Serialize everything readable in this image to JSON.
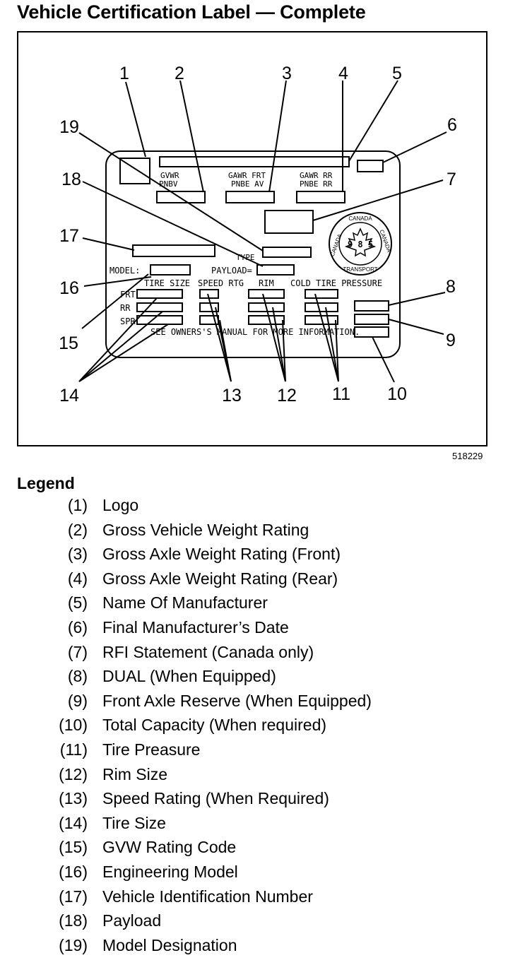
{
  "title": "Vehicle Certification Label — Complete",
  "figure_id": "518229",
  "label_text": {
    "gvwr": "GVWR",
    "gvwr_sub": "PNBV",
    "gawr_frt": "GAWR FRT",
    "gawr_frt_sub": "PNBE AV",
    "gawr_rr": "GAWR RR",
    "gawr_rr_sub": "PNBE RR",
    "type": "TYPE",
    "model": "MODEL:",
    "payload": "PAYLOAD=",
    "tire_size": "TIRE SIZE",
    "speed_rtg": "SPEED RTG",
    "rim": "RIM",
    "cold_tire_pressure": "COLD TIRE PRESSURE",
    "frt": "FRT",
    "rr": "RR",
    "spr": "SPR",
    "see_owners": "SEE OWNERS'S MANUAL FOR MORE INFORMATION.",
    "seal_top": "CANADA",
    "seal_left": "CANADA",
    "seal_right": "CANADA",
    "seal_year": "9 8 5",
    "seal_bottom": "TRANSPORT"
  },
  "callouts": [
    "1",
    "2",
    "3",
    "4",
    "5",
    "6",
    "7",
    "8",
    "9",
    "10",
    "11",
    "12",
    "13",
    "14",
    "15",
    "16",
    "17",
    "18",
    "19"
  ],
  "legend_heading": "Legend",
  "legend": [
    {
      "num": "(1)",
      "text": "Logo"
    },
    {
      "num": "(2)",
      "text": "Gross Vehicle Weight Rating"
    },
    {
      "num": "(3)",
      "text": "Gross Axle Weight Rating (Front)"
    },
    {
      "num": "(4)",
      "text": "Gross Axle Weight Rating (Rear)"
    },
    {
      "num": "(5)",
      "text": "Name Of Manufacturer"
    },
    {
      "num": "(6)",
      "text": "Final Manufacturer’s Date"
    },
    {
      "num": "(7)",
      "text": "RFI Statement (Canada only)"
    },
    {
      "num": "(8)",
      "text": "DUAL (When Equipped)"
    },
    {
      "num": "(9)",
      "text": "Front Axle Reserve (When Equipped)"
    },
    {
      "num": "(10)",
      "text": "Total Capacity (When required)"
    },
    {
      "num": "(11)",
      "text": "Tire Preasure"
    },
    {
      "num": "(12)",
      "text": "Rim Size"
    },
    {
      "num": "(13)",
      "text": "Speed Rating (When Required)"
    },
    {
      "num": "(14)",
      "text": "Tire Size"
    },
    {
      "num": "(15)",
      "text": "GVW Rating Code"
    },
    {
      "num": "(16)",
      "text": "Engineering Model"
    },
    {
      "num": "(17)",
      "text": "Vehicle Identification Number"
    },
    {
      "num": "(18)",
      "text": "Payload"
    },
    {
      "num": "(19)",
      "text": "Model Designation"
    }
  ]
}
